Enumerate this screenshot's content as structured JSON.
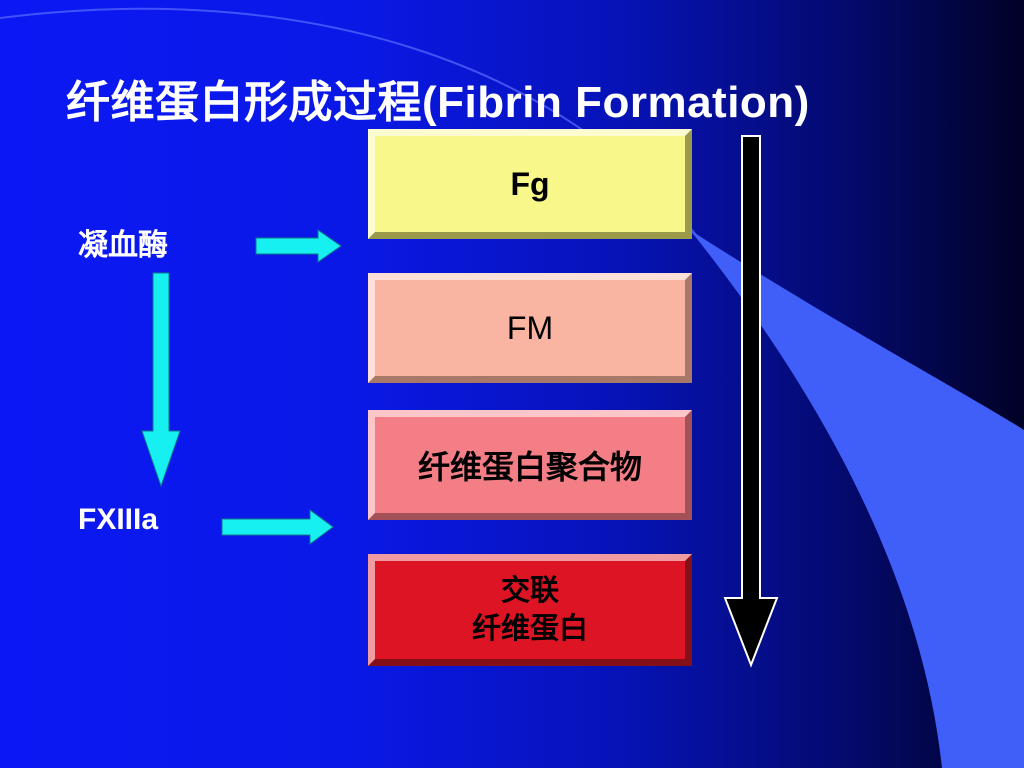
{
  "slide": {
    "title": "纤维蛋白形成过程(Fibrin Formation)"
  },
  "labels": {
    "thrombin": "凝血酶",
    "fxiiia": "FXIIIa"
  },
  "boxes": {
    "fg": "Fg",
    "fm": "FM",
    "polymer": "纤维蛋白聚合物",
    "crosslinked_line1": "交联",
    "crosslinked_line2": "纤维蛋白"
  },
  "colors": {
    "arrow_cyan": "#17f0f0",
    "arrow_black": "#000000",
    "title_text": "#ffffff",
    "box_fg": "#f7f78a",
    "box_fm": "#f9b4a2",
    "box_polymer": "#f47e86",
    "box_crosslinked": "#dc1424"
  }
}
